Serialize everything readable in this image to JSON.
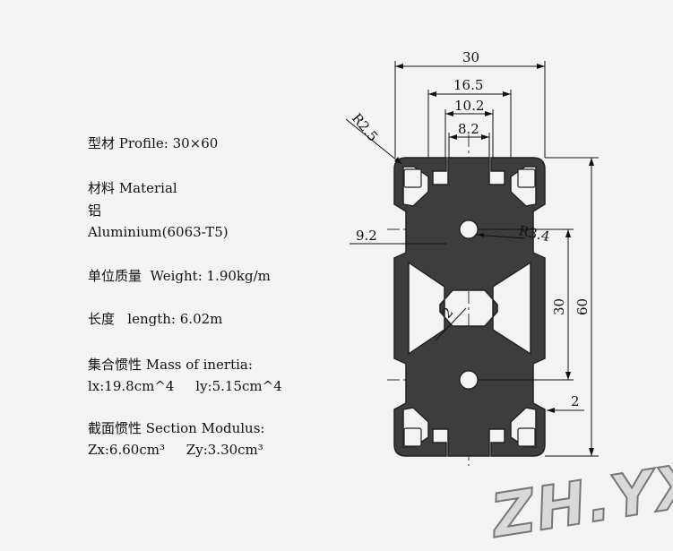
{
  "specs": {
    "profile": "型材 Profile: 30×60",
    "material_title": "材料 Material",
    "material_cn": "铝",
    "material_en": "Aluminium(6063-T5)",
    "weight": "单位质量  Weight: 1.90kg/m",
    "length": "长度   length: 6.02m",
    "inertia_title": "集合惯性 Mass of inertia:",
    "inertia_values": "lx:19.8cm^4     ly:5.15cm^4",
    "modulus_title": "截面惯性 Section Modulus:",
    "modulus_values": "Zx:6.60cm³     Zy:3.30cm³"
  },
  "dimensions": {
    "width_total": "30",
    "slot_outer": "16.5",
    "slot_mid": "10.2",
    "slot_inner": "8.2",
    "corner_radius": "R2.5",
    "slot_depth": "9.2",
    "hole_radius": "R3.4",
    "height_half": "30",
    "height_total": "60",
    "wall_inner": "2",
    "wall_outer": "2"
  },
  "watermark": "ZH.YX",
  "colors": {
    "profile_fill": "#3d3d3d",
    "background": "#f3f3f3",
    "line": "#111111"
  }
}
